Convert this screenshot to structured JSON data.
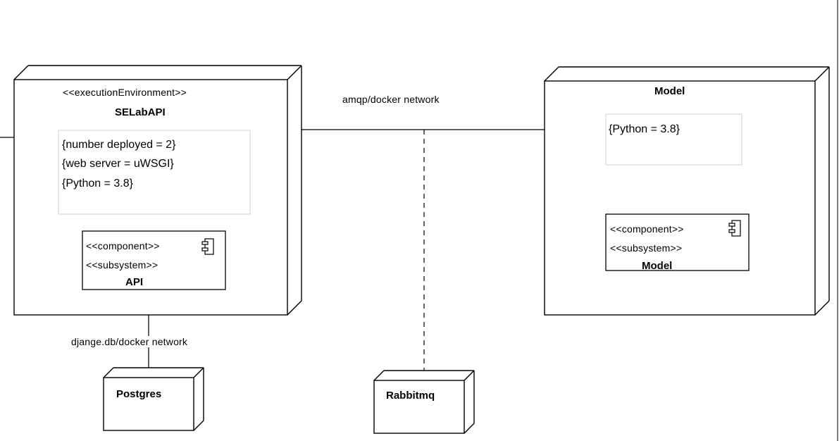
{
  "nodes": {
    "selabapi": {
      "stereotype": "<<executionEnvironment>>",
      "name": "SELabAPI",
      "properties": [
        "{number deployed = 2}",
        "{web server = uWSGI}",
        "{Python = 3.8}"
      ],
      "component": {
        "stereotype1": "<<component>>",
        "stereotype2": "<<subsystem>>",
        "name": "API"
      }
    },
    "model": {
      "name": "Model",
      "properties": [
        "{Python = 3.8}"
      ],
      "component": {
        "stereotype1": "<<component>>",
        "stereotype2": "<<subsystem>>",
        "name": "Model"
      }
    },
    "postgres": {
      "name": "Postgres"
    },
    "rabbitmq": {
      "name": "Rabbitmq"
    }
  },
  "connectors": {
    "amqp_label": "amqp/docker network",
    "db_label": "djange.db/docker network"
  },
  "icons": {
    "component_icon": "component-icon"
  },
  "colors": {
    "line": "#000000",
    "property_box_border": "#d0d0d0",
    "background": "#ffffff"
  }
}
